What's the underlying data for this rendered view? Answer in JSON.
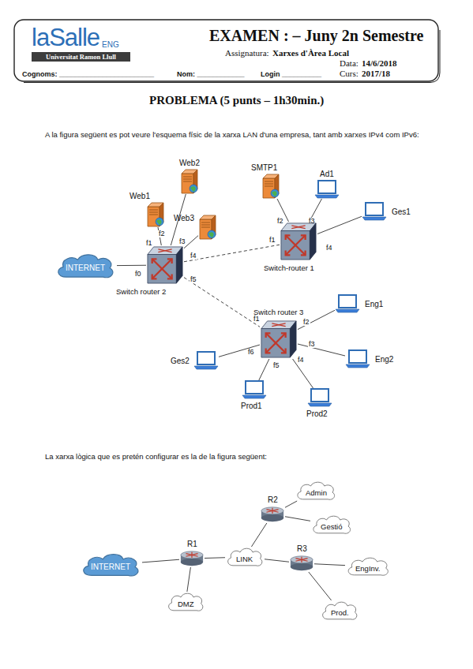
{
  "diagram": {
    "title": "PROBLEMA (5 punts – 1h30min.)",
    "nodes": [
      {
        "text": [
          "INTERNET"
        ]
      },
      {
        "text": [
          "Web1"
        ]
      },
      {
        "text": [
          "Web2"
        ]
      },
      {
        "text": [
          "Web3"
        ]
      },
      {
        "text": [
          "SMTP1"
        ]
      },
      {
        "text": [
          "Ad1"
        ]
      },
      {
        "text": [
          "Ges1"
        ]
      },
      {
        "text": [
          "Switch router 2"
        ]
      },
      {
        "text": [
          "Switch-router 1"
        ]
      },
      {
        "text": [
          "Switch router 3"
        ]
      },
      {
        "text": [
          "Eng1"
        ]
      },
      {
        "text": [
          "Eng2"
        ]
      },
      {
        "text": [
          "Ges2"
        ]
      },
      {
        "text": [
          "Prod1"
        ]
      },
      {
        "text": [
          "Prod2"
        ]
      },
      {
        "text": [
          "INTERNET"
        ]
      },
      {
        "text": [
          "R1"
        ]
      },
      {
        "text": [
          "DMZ"
        ]
      },
      {
        "text": [
          "LINK"
        ]
      },
      {
        "text": [
          "R2"
        ]
      },
      {
        "text": [
          "Admin"
        ]
      },
      {
        "text": [
          "Gestió"
        ]
      },
      {
        "text": [
          "R3"
        ]
      },
      {
        "text": [
          "EngInv."
        ]
      },
      {
        "text": [
          "Prod."
        ]
      }
    ],
    "edges": [
      {
        "from": 0,
        "to": 7,
        "arrow": "none"
      },
      {
        "from": 7,
        "to": 1,
        "arrow": "none"
      },
      {
        "from": 7,
        "to": 2,
        "arrow": "none"
      },
      {
        "from": 7,
        "to": 3,
        "arrow": "none"
      },
      {
        "from": 7,
        "to": 8,
        "arrow": "none"
      },
      {
        "from": 7,
        "to": 9,
        "arrow": "none"
      },
      {
        "from": 8,
        "to": 4,
        "arrow": "none"
      },
      {
        "from": 8,
        "to": 5,
        "arrow": "none"
      },
      {
        "from": 8,
        "to": 6,
        "arrow": "none"
      },
      {
        "from": 9,
        "to": 10,
        "arrow": "none"
      },
      {
        "from": 9,
        "to": 11,
        "arrow": "none"
      },
      {
        "from": 9,
        "to": 14,
        "arrow": "none"
      },
      {
        "from": 9,
        "to": 13,
        "arrow": "none"
      },
      {
        "from": 9,
        "to": 12,
        "arrow": "none"
      },
      {
        "from": 15,
        "to": 16,
        "arrow": "none"
      },
      {
        "from": 16,
        "to": 17,
        "arrow": "none"
      },
      {
        "from": 16,
        "to": 18,
        "arrow": "none"
      },
      {
        "from": 18,
        "to": 19,
        "arrow": "none"
      },
      {
        "from": 18,
        "to": 22,
        "arrow": "none"
      },
      {
        "from": 19,
        "to": 20,
        "arrow": "none"
      },
      {
        "from": 19,
        "to": 21,
        "arrow": "none"
      },
      {
        "from": 22,
        "to": 23,
        "arrow": "none"
      },
      {
        "from": 22,
        "to": 24,
        "arrow": "none"
      }
    ],
    "labels": [
      "laSalle",
      "ENG",
      "Universitat Ramon Llull",
      "EXAMEN : – Juny 2n Semestre",
      "Assignatura:",
      "Xarxes d'Àrea Local",
      "Data:",
      "14/6/2018",
      "Curs:",
      "2017/18",
      "Cognoms: ________________________",
      "Nom: ____________",
      "Login __________",
      "A la figura següent es pot veure l'esquema físic de la xarxa LAN d'una empresa, tant amb xarxes IPv4 com IPv6:",
      "f0",
      "f1",
      "f2",
      "f3",
      "f4",
      "f5",
      "f1",
      "f2",
      "f3",
      "f4",
      "f1",
      "f2",
      "f3",
      "f4",
      "f5",
      "f6",
      "La xarxa lògica que es pretén configurar es la de la figura següent:"
    ]
  }
}
